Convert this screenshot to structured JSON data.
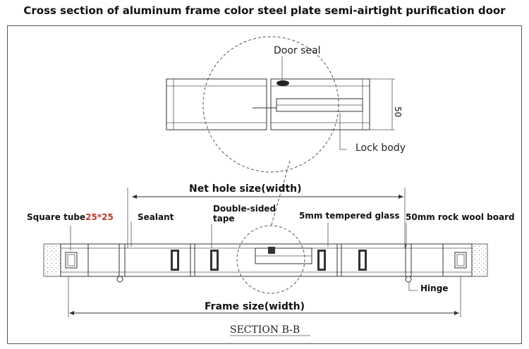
{
  "title": "Cross section of aluminum frame color steel plate semi-airtight purification door",
  "labels": {
    "door_seal": "Door seal",
    "lock_body": "Lock body",
    "thickness": "50",
    "net_hole": "Net hole size(width)",
    "square_tube_prefix": "Square tube",
    "square_tube_dims": "25*25",
    "sealant": "Sealant",
    "double_sided_1": "Double-sided",
    "double_sided_2": "tape",
    "tempered_glass": "5mm tempered glass",
    "rock_wool": "50mm rock wool board",
    "hinge": "Hinge",
    "frame_size": "Frame size(width)",
    "section": "SECTION B-B"
  },
  "colors": {
    "square_tube_dims": "#c0392b"
  }
}
